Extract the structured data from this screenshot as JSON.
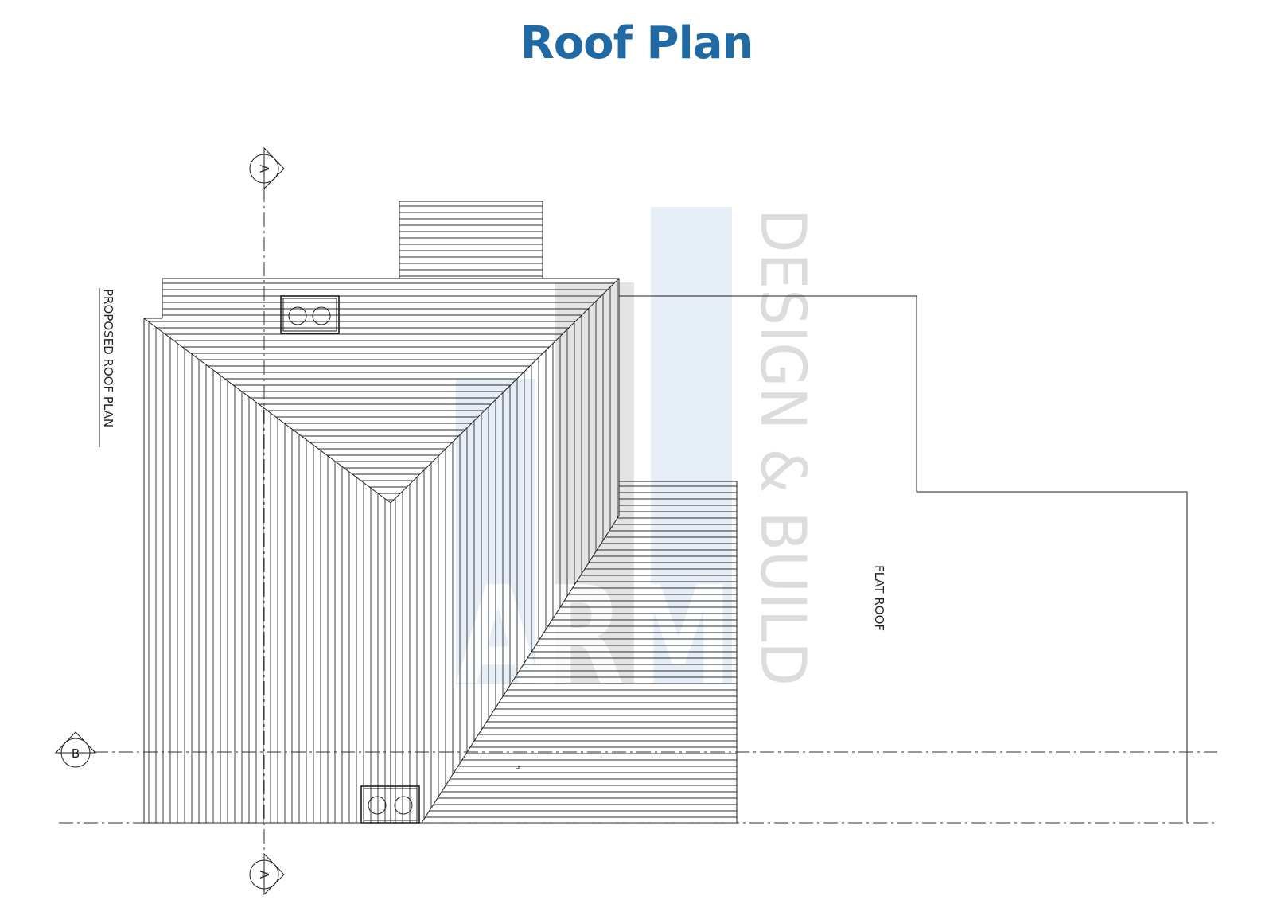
{
  "title": "Roof Plan",
  "labels": {
    "proposed_roof_plan": "PROPOSED ROOF PLAN",
    "flat_roof": "FLAT ROOF"
  },
  "section_markers": {
    "top": "A",
    "bottom": "A",
    "left": "B"
  },
  "watermark": {
    "logo": "ARM",
    "tagline": "DESIGN & BUILD"
  },
  "colors": {
    "title": "#1f6aa5",
    "line": "#1f1f1f",
    "watermark_blue": "#e6eef7",
    "watermark_gray": "#e4e4e4"
  }
}
